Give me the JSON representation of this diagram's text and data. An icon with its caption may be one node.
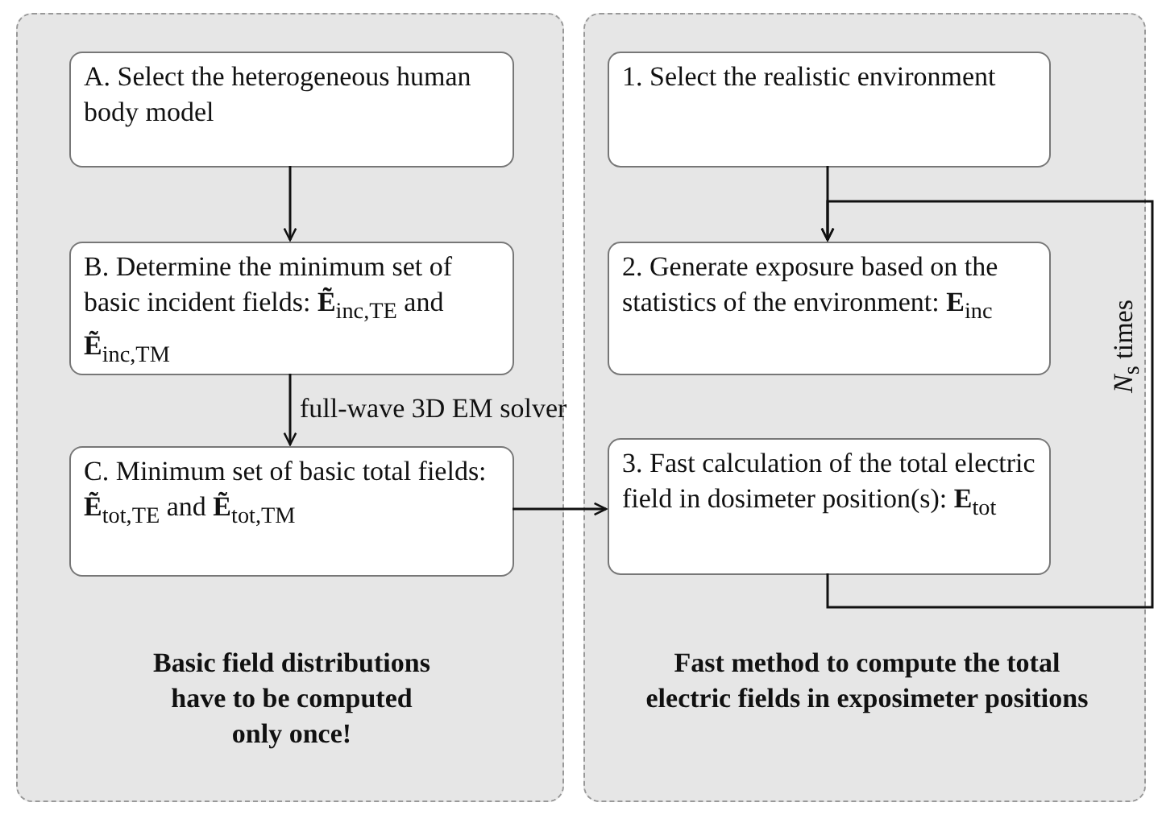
{
  "diagram": {
    "nodes": [
      {
        "text": [
          "Basic field distributions have to be computed only once!"
        ]
      },
      {
        "text": [
          "A. Select the heterogeneous human body model"
        ],
        "in": 0
      },
      {
        "text": [
          "B. Determine the minimum set of basic incident fields: **Ẽ**$_{inc,TE}$ and **Ẽ**$_{inc,TM}$"
        ],
        "in": 0
      },
      {
        "text": [
          "C. Minimum set of basic total fields: **Ẽ**$_{tot,TE}$ and **Ẽ**$_{tot,TM}$"
        ],
        "in": 0
      },
      {
        "text": [
          "Fast method to compute the total electric fields in exposimeter positions"
        ]
      },
      {
        "text": [
          "1. Select the realistic environment"
        ],
        "in": 4
      },
      {
        "text": [
          "2. Generate exposure based on the statistics of the environment: **E**$_{inc}$"
        ],
        "in": 4
      },
      {
        "text": [
          "3. Fast calculation of the total electric field in dosimeter position(s): **E**$_{tot}$"
        ],
        "in": 4
      }
    ],
    "edges": [
      {
        "from": 1,
        "to": 2,
        "arrow": "to"
      },
      {
        "from": 2,
        "to": 3,
        "arrow": "to",
        "label": "full-wave 3D EM solver"
      },
      {
        "from": 3,
        "to": 7,
        "arrow": "to"
      },
      {
        "from": 5,
        "to": 6,
        "arrow": "to"
      },
      {
        "from": 7,
        "to": 6,
        "arrow": "to",
        "label": "*N*$_{s}$ times"
      }
    ]
  }
}
